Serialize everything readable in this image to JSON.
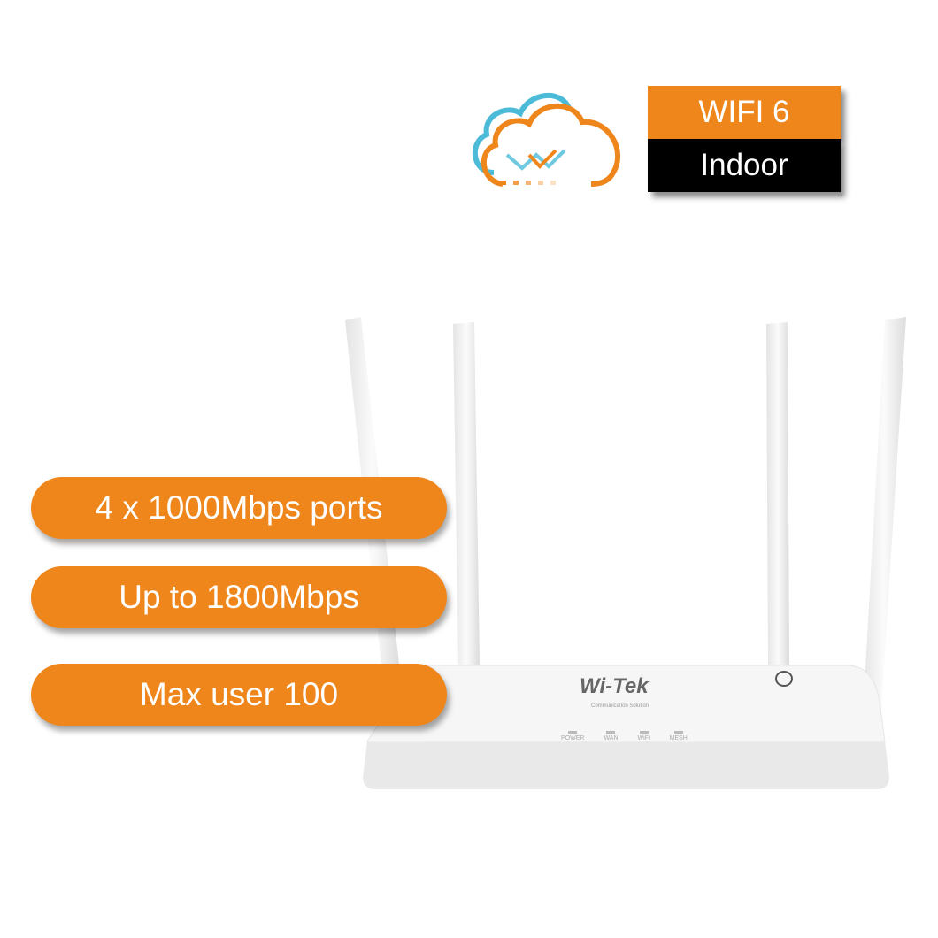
{
  "badge": {
    "top": "WIFI 6",
    "bottom": "Indoor",
    "top_color": "#EF861C",
    "bottom_color": "#000000"
  },
  "features": [
    {
      "label": "4 x 1000Mbps ports"
    },
    {
      "label": "Up to 1800Mbps"
    },
    {
      "label": "Max user 100"
    }
  ],
  "router": {
    "brand": "Wi-Tek",
    "tagline": "Communication Solution",
    "leds": [
      "POWER",
      "WAN",
      "WiFi",
      "MESH"
    ]
  },
  "colors": {
    "accent": "#EF861C",
    "cloud_blue": "#4BBBD8"
  },
  "logo_icon": "cloud-icon"
}
